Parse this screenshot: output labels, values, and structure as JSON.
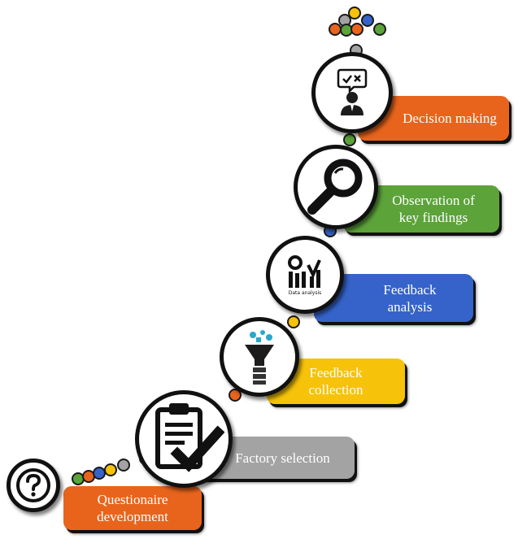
{
  "colors": {
    "orange": "#e8641c",
    "gray": "#a3a3a3",
    "yellow": "#f6c20a",
    "blue": "#3563c9",
    "green": "#5ca33a",
    "dark": "#111111"
  },
  "steps": [
    {
      "label": "Questionaire\ndevelopment",
      "icon": "question-mark-icon",
      "color": "#e8641c"
    },
    {
      "label": "Factory selection",
      "icon": "clipboard-check-icon",
      "color": "#a3a3a3"
    },
    {
      "label": "Feedback\ncollection",
      "icon": "funnel-data-icon",
      "color": "#f6c20a"
    },
    {
      "label": "Feedback\nanalysis",
      "icon": "data-analysis-icon",
      "color": "#3563c9",
      "icon_caption": "Data analysis"
    },
    {
      "label": "Observation of\nkey findings",
      "icon": "magnifier-icon",
      "color": "#5ca33a"
    },
    {
      "label": "Decision making",
      "icon": "decision-person-icon",
      "color": "#e8641c"
    }
  ]
}
